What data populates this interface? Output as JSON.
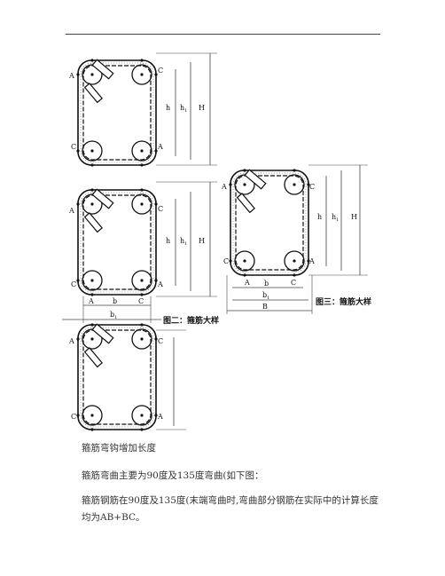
{
  "figure_labels": {
    "A": "A",
    "C": "C",
    "h": "h",
    "h1": "h",
    "h1_sub": "1",
    "H": "H",
    "b": "b",
    "b1": "b",
    "b1_sub": "1",
    "B": "B"
  },
  "figure3_caption": "图三：箍筋大样",
  "figure2_caption": "图二：箍筋大样",
  "paragraphs": {
    "heading": "箍筋弯钩增加长度",
    "intro": "箍筋弯曲主要为90度及135度弯曲(如下图：",
    "detail": "箍筋钢筋在90度及135度(末端弯曲时,弯曲部分钢筋在实际中的计算长度均为AB+BC。"
  }
}
